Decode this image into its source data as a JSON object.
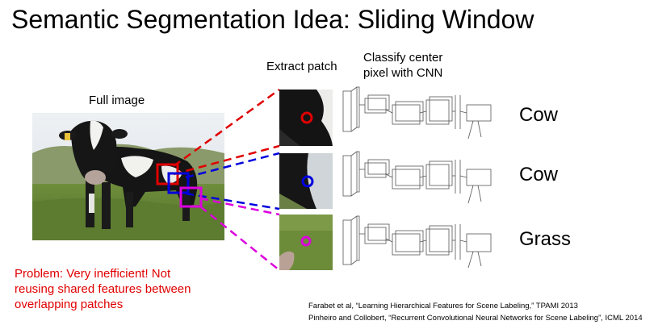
{
  "title": "Semantic Segmentation Idea: Sliding Window",
  "labels": {
    "full_image": "Full image",
    "extract_patch": "Extract patch",
    "classify_line1": "Classify center",
    "classify_line2": "pixel with CNN"
  },
  "classifications": [
    "Cow",
    "Cow",
    "Grass"
  ],
  "problem": {
    "line1": "Problem: Very inefficient! Not",
    "line2": "reusing shared features between",
    "line3": "overlapping patches"
  },
  "references": [
    "Farabet et al, “Learning Hierarchical Features for Scene Labeling,” TPAMI 2013",
    "Pinheiro and Collobert, “Recurrent Convolutional Neural Networks for Scene Labeling”, ICML 2014"
  ],
  "colors": {
    "red": "#e00000",
    "blue": "#0000dd",
    "magenta": "#dd00dd"
  }
}
